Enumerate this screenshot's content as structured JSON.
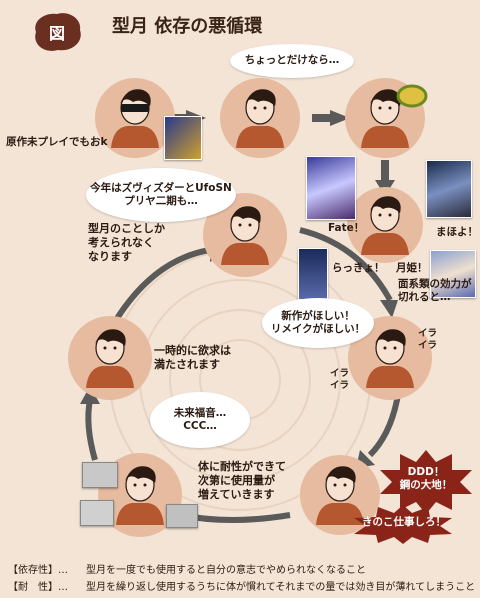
{
  "header": {
    "badge": "図",
    "title": "型月 依存の悪循環"
  },
  "top_row": {
    "label_left": "原作未プレイでもおk",
    "bubble_top": "ちょっとだけなら…"
  },
  "loop": {
    "bubble_sequel": "今年はズヴィズダーとUfoSN\nプリヤ二期も…",
    "thinking": "型月のことしか\n考えられなく\nなります",
    "demand_bubble": "新作がほしい！\nリメイクがほしい！",
    "satisfied": "一時的に欲求は\n満たされます",
    "tolerance": "体に耐性ができて\n次第に使用量が\n増えていきます",
    "future_bubble": "未来福音…\nCCC…",
    "irai_a": "イラ\nイラ",
    "irai_b": "イラ\nイラ"
  },
  "right_side": {
    "fate": "Fate！",
    "mahoyo": "まほよ！",
    "rakkyo": "らっきょ！",
    "tsukihime": "月姫！",
    "withdrawal": "面系類の効力が\n切れると…",
    "ddd": "DDD！\n鋼の大地！",
    "kinoko": "きのこ仕事しろ！"
  },
  "legend": [
    {
      "key": "【依存性】…",
      "text": "型月を一度でも使用すると自分の意志でやめられなくなること"
    },
    {
      "key": "【耐　性】…",
      "text": "型月を繰り返し使用するうちに体が慣れてそれまでの量では効き目が薄れてしまうこと"
    }
  ],
  "colors": {
    "background": "#f3e4d6",
    "circle": "#e7bba0",
    "shirt": "#b5582f",
    "arrow": "#5a5a5a",
    "badge": "#6b2f22",
    "burst": "#8b2418"
  },
  "icons": [
    "badge-splat",
    "arrow-right",
    "arrow-down",
    "cycle-arrow",
    "person-figure",
    "starburst",
    "game-cover"
  ]
}
